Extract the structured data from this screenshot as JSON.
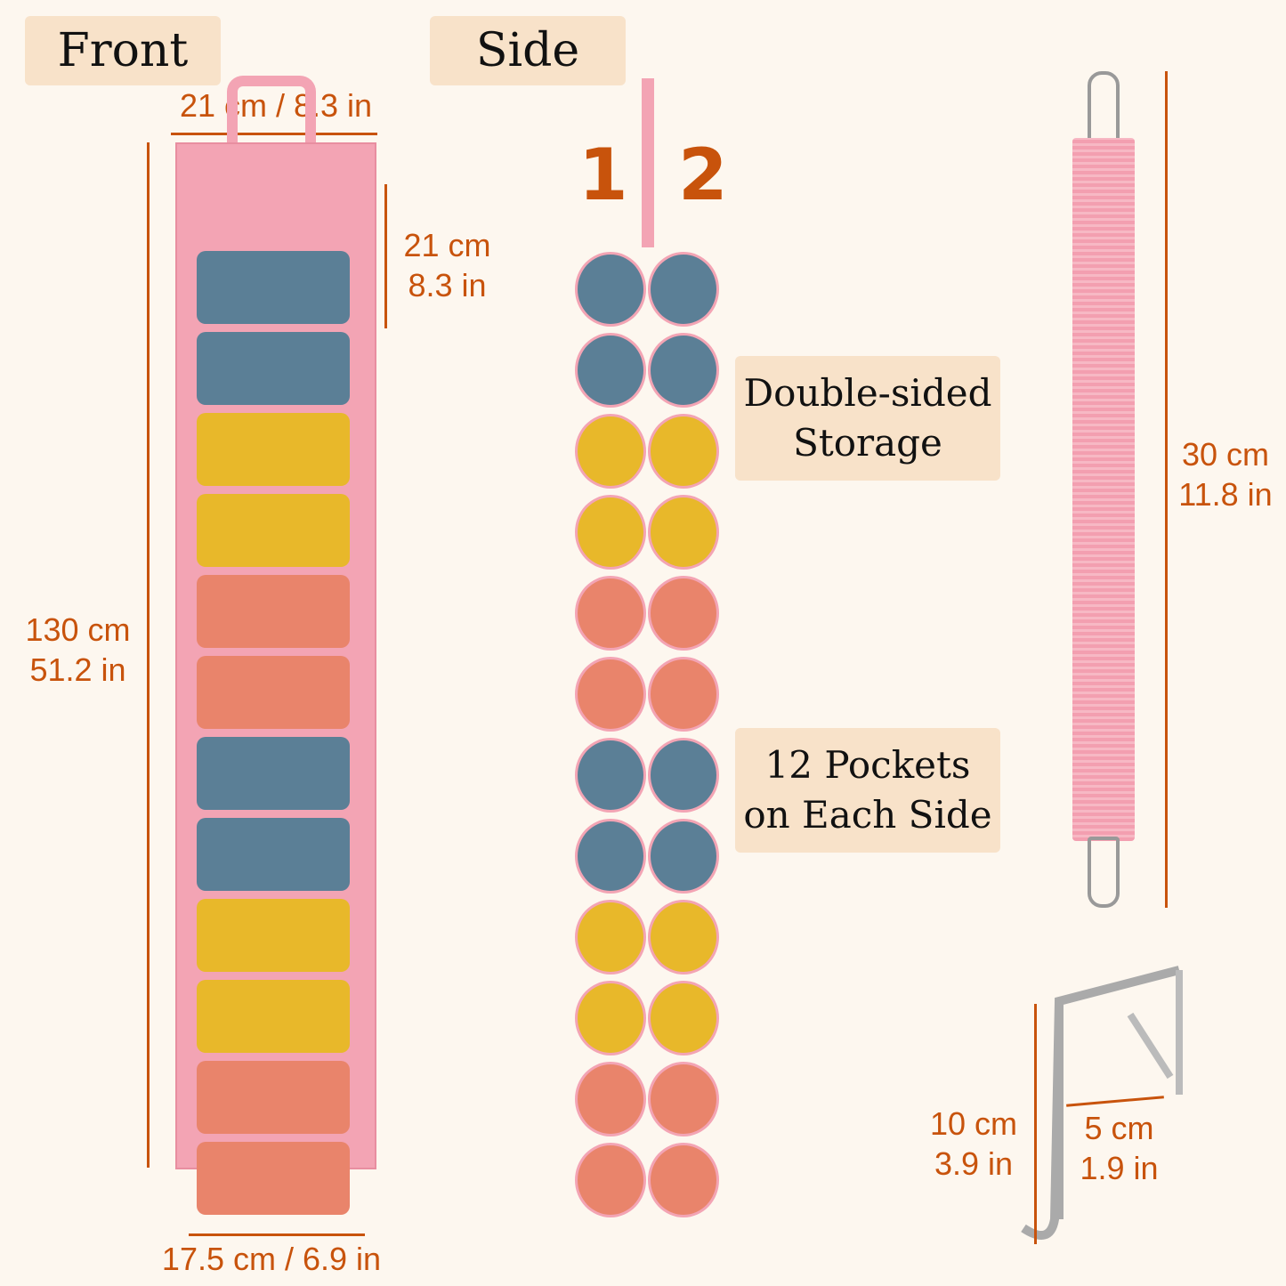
{
  "labels": {
    "front": "Front",
    "side": "Side",
    "double_line1": "Double-sided",
    "double_line2": "Storage",
    "pockets_line1": "12 Pockets",
    "pockets_line2": "on Each Side"
  },
  "side_numbers": [
    "1",
    "2"
  ],
  "dimensions": {
    "front_top_width": "21 cm / 8.3 in",
    "front_bottom_width": "17.5 cm / 6.9 in",
    "front_height_cm": "130 cm",
    "front_height_in": "51.2 in",
    "pocket_cm": "21 cm",
    "pocket_in": "8.3 in",
    "strap_cm": "30 cm",
    "strap_in": "11.8 in",
    "hook_height_cm": "10 cm",
    "hook_height_in": "3.9 in",
    "hook_depth_cm": "5 cm",
    "hook_depth_in": "1.9 in"
  },
  "colors": {
    "accent": "#c8530c",
    "pink": "#f3a4b4",
    "blue": "#5b7f96",
    "yellow": "#e8b82a",
    "salmon": "#e9846b"
  },
  "roll_colors": [
    "blue",
    "blue",
    "yellow",
    "yellow",
    "salmon",
    "salmon",
    "blue",
    "blue",
    "yellow",
    "yellow",
    "salmon",
    "salmon"
  ]
}
